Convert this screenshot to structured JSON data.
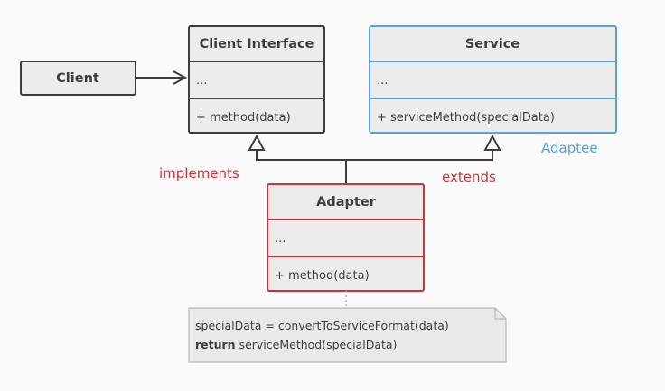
{
  "colors": {
    "dark": "#3d3d3d",
    "box_fill": "#ececec",
    "blue": "#5b9fdc",
    "red": "#c8343a",
    "note_fill": "#e9e9e9",
    "note_border": "#b8b8b8"
  },
  "client": {
    "title": "Client"
  },
  "client_interface": {
    "title": "Client Interface",
    "fields": "...",
    "method": "+ method(data)"
  },
  "service": {
    "title": "Service",
    "fields": "...",
    "method": "+ serviceMethod(specialData)"
  },
  "adapter": {
    "title": "Adapter",
    "fields": "...",
    "method": "+ method(data)"
  },
  "labels": {
    "implements": "implements",
    "extends": "extends",
    "adaptee": "Adaptee"
  },
  "note": {
    "line1": "specialData = convertToServiceFormat(data)",
    "line2_keyword": "return",
    "line2_rest": " serviceMethod(specialData)"
  }
}
